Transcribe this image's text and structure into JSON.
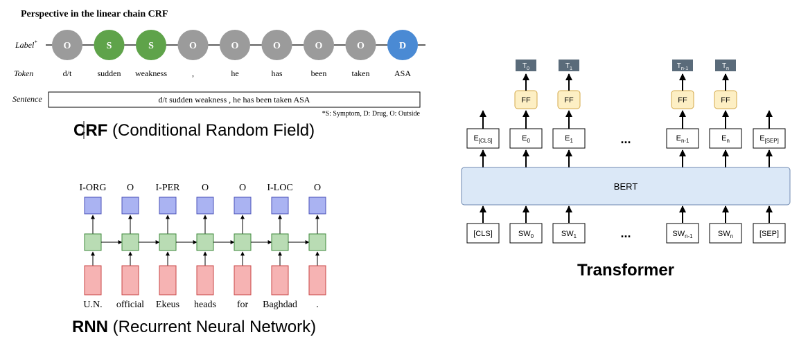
{
  "crf": {
    "title": "Perspective in the linear chain CRF",
    "label_row": "Label",
    "label_mark": "*",
    "token_row": "Token",
    "sentence_row": "Sentence",
    "labels": [
      "O",
      "S",
      "S",
      "O",
      "O",
      "O",
      "O",
      "O",
      "D"
    ],
    "tokens": [
      "d/t",
      "sudden",
      "weakness",
      ",",
      "he",
      "has",
      "been",
      "taken",
      "ASA"
    ],
    "sentence": "d/t sudden weakness , he has been taken ASA",
    "footnote": "*S: Symptom, D: Drug, O: Outside",
    "caption_bold": "CRF",
    "caption_rest": " (Conditional Random Field)",
    "colors": {
      "O": "#9b9b9b",
      "S": "#5fa34a",
      "D": "#4a8ad4"
    }
  },
  "rnn": {
    "outputs": [
      "I-ORG",
      "O",
      "I-PER",
      "O",
      "O",
      "I-LOC",
      "O"
    ],
    "inputs": [
      "U.N.",
      "official",
      "Ekeus",
      "heads",
      "for",
      "Baghdad",
      "."
    ],
    "caption_bold": "RNN",
    "caption_rest": " (Recurrent Neural Network)",
    "colors": {
      "output": "#aab3f2",
      "hidden": "#b9dcb4",
      "input": "#f6b3b3"
    }
  },
  "transformer": {
    "outputs": [
      {
        "base": "T",
        "sub": "0"
      },
      {
        "base": "T",
        "sub": "1"
      },
      {
        "base": "T",
        "sub": "n-1"
      },
      {
        "base": "T",
        "sub": "n"
      }
    ],
    "ff_label": "FF",
    "embeddings": [
      {
        "base": "E",
        "sub": "[CLS]"
      },
      {
        "base": "E",
        "sub": "0"
      },
      {
        "base": "E",
        "sub": "1"
      },
      {
        "base": "E",
        "sub": "n-1"
      },
      {
        "base": "E",
        "sub": "n"
      },
      {
        "base": "E",
        "sub": "[SEP]"
      }
    ],
    "model_label": "BERT",
    "inputs": [
      {
        "base": "[CLS]",
        "sub": ""
      },
      {
        "base": "SW",
        "sub": "0"
      },
      {
        "base": "SW",
        "sub": "1"
      },
      {
        "base": "SW",
        "sub": "n-1"
      },
      {
        "base": "SW",
        "sub": "n"
      },
      {
        "base": "[SEP]",
        "sub": ""
      }
    ],
    "ellipsis": "...",
    "caption": "Transformer",
    "colors": {
      "bert": "#dbe8f7",
      "ff": "#fdefc4",
      "token": "#5a6b7a"
    }
  }
}
